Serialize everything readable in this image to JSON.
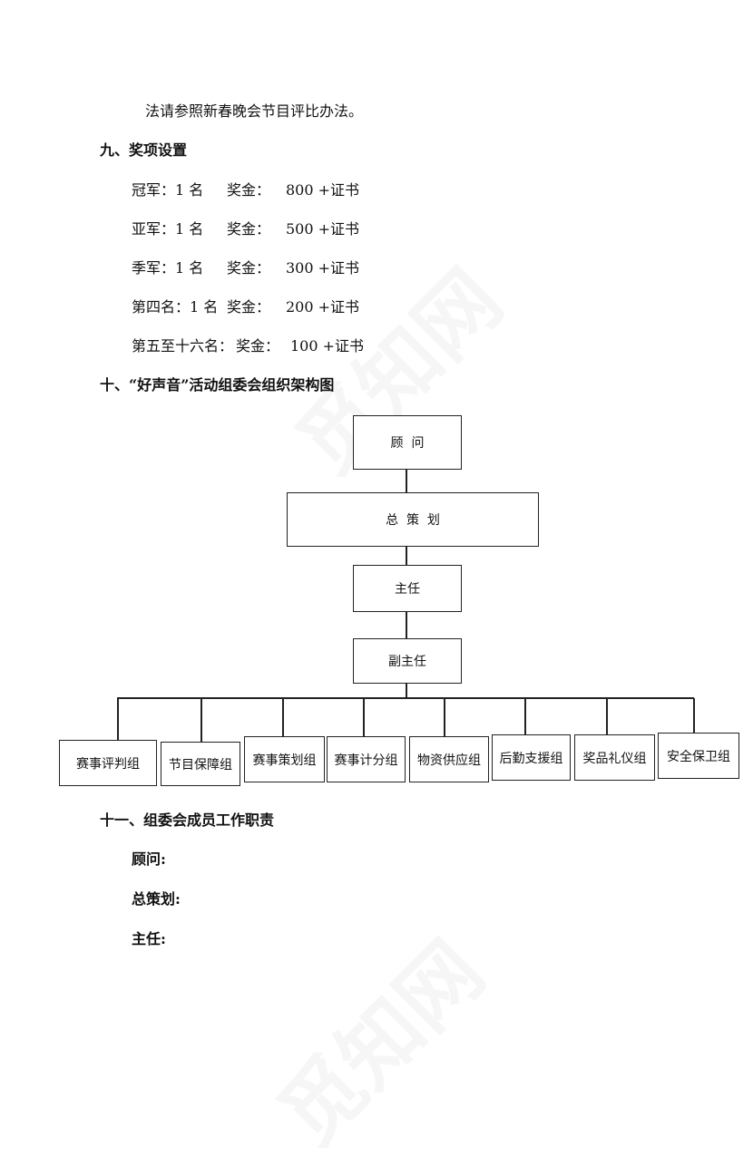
{
  "watermark": "觅知网",
  "intro_line": "法请参照新春晚会节目评比办法。",
  "section9": {
    "title": "九、奖项设置",
    "awards": [
      {
        "rank": "冠军：1 名",
        "prize_label": "奖金：",
        "prize": "800 +证书"
      },
      {
        "rank": "亚军：1 名",
        "prize_label": "奖金：",
        "prize": "500 +证书"
      },
      {
        "rank": "季军：1 名",
        "prize_label": "奖金：",
        "prize": "300 +证书"
      },
      {
        "rank": "第四名：1 名",
        "prize_label": "奖金：",
        "prize": "200 +证书"
      },
      {
        "rank": "第五至十六名：",
        "prize_label": "奖金：",
        "prize": "100 +证书"
      }
    ]
  },
  "section10": {
    "title": "十、“好声音”活动组委会组织架构图",
    "chart": {
      "advisor": "顾  问",
      "chief_planner": "总  策  划",
      "director": "主任",
      "deputy_director": "副主任",
      "groups": [
        "赛事评判组",
        "节目保障组",
        "赛事策划组",
        "赛事计分组",
        "物资供应组",
        "后勤支援组",
        "奖品礼仪组",
        "安全保卫组"
      ]
    }
  },
  "section11": {
    "title": "十一、组委会成员工作职责",
    "roles": [
      "顾问:",
      "总策划:",
      "主任:"
    ]
  }
}
